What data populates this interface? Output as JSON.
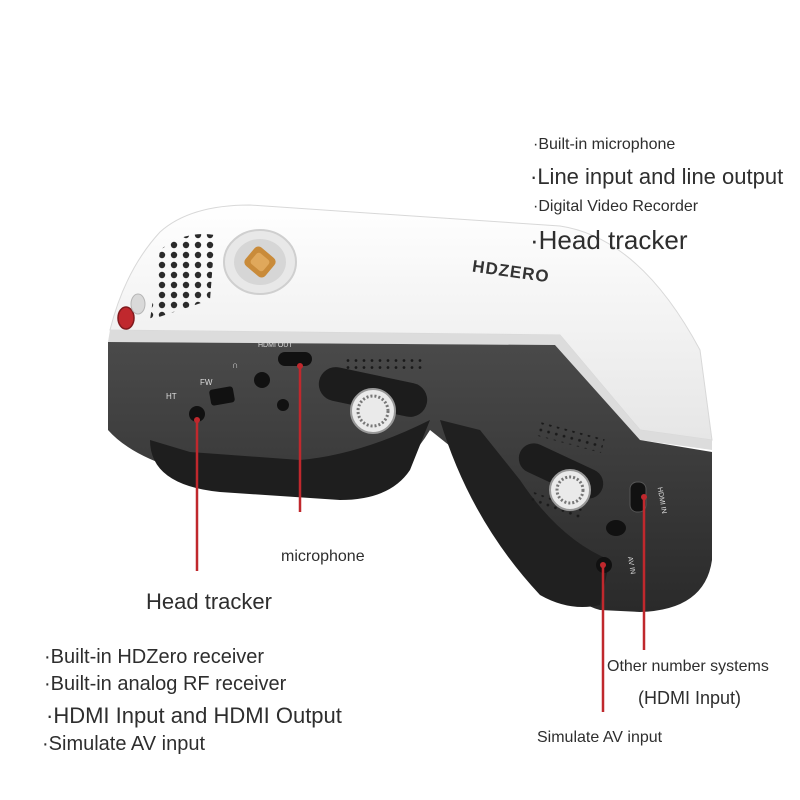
{
  "brand_logo": "HDZERO",
  "device_labels": {
    "ht": "HT",
    "fw": "FW",
    "headphone": "∩",
    "hdmi_out": "HDMI OUT",
    "hdmi_in": "HDMI IN",
    "av_in": "AV IN"
  },
  "features_top_right": [
    "·Built-in microphone",
    "·Line input and line output",
    "·Digital Video Recorder",
    "·Head tracker"
  ],
  "callouts": {
    "microphone": "microphone",
    "head_tracker": "Head tracker",
    "other_systems": "Other number systems",
    "hdmi_input": "(HDMI Input)",
    "simulate_av": "Simulate AV input"
  },
  "features_bottom_left": [
    "·Built-in HDZero receiver",
    "·Built-in analog RF receiver",
    "·HDMI Input and HDMI Output",
    "·Simulate AV input"
  ],
  "colors": {
    "shell_white": "#f2f2f2",
    "body_dark": "#3a3a3a",
    "callout_red": "#c0282d",
    "antenna_gold": "#c98b3a"
  }
}
